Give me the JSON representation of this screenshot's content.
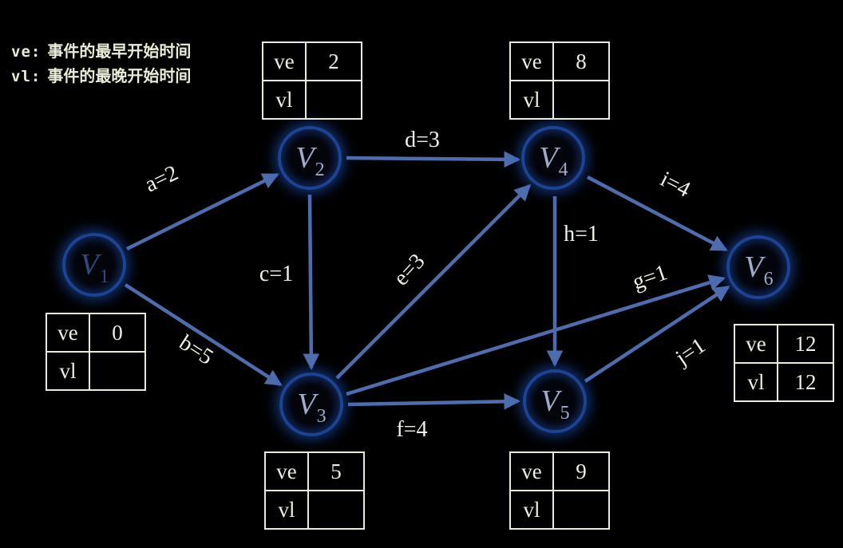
{
  "colors": {
    "background": "#000000",
    "edge": "#4f6dae",
    "edge_label": "#f2f1e9",
    "node_ring": "#1c4494",
    "node_label_dark": "#31497e",
    "node_label_light": "#9fabc8",
    "table_border": "#eceadb",
    "table_text": "#efeee2",
    "legend_text": "#e9ecd6"
  },
  "legend": {
    "items": [
      {
        "prefix": "ve:",
        "text": "事件的最早开始时间"
      },
      {
        "prefix": "vl:",
        "text": "事件的最晚开始时间"
      }
    ]
  },
  "labels": {
    "ve": "ve",
    "vl": "vl"
  },
  "nodes": {
    "v1": {
      "symbol": "V",
      "sub": "1"
    },
    "v2": {
      "symbol": "V",
      "sub": "2"
    },
    "v3": {
      "symbol": "V",
      "sub": "3"
    },
    "v4": {
      "symbol": "V",
      "sub": "4"
    },
    "v5": {
      "symbol": "V",
      "sub": "5"
    },
    "v6": {
      "symbol": "V",
      "sub": "6"
    }
  },
  "tables": {
    "v1": {
      "ve": "0",
      "vl": ""
    },
    "v2": {
      "ve": "2",
      "vl": ""
    },
    "v3": {
      "ve": "5",
      "vl": ""
    },
    "v4": {
      "ve": "8",
      "vl": ""
    },
    "v5": {
      "ve": "9",
      "vl": ""
    },
    "v6": {
      "ve": "12",
      "vl": "12"
    }
  },
  "edges": {
    "a": {
      "label": "a=2",
      "from": "v1",
      "to": "v2"
    },
    "b": {
      "label": "b=5",
      "from": "v1",
      "to": "v3"
    },
    "c": {
      "label": "c=1",
      "from": "v2",
      "to": "v3"
    },
    "d": {
      "label": "d=3",
      "from": "v2",
      "to": "v4"
    },
    "e": {
      "label": "e=3",
      "from": "v3",
      "to": "v4"
    },
    "f": {
      "label": "f=4",
      "from": "v3",
      "to": "v5"
    },
    "g": {
      "label": "g=1",
      "from": "v3",
      "to": "v6"
    },
    "h": {
      "label": "h=1",
      "from": "v4",
      "to": "v5"
    },
    "i": {
      "label": "i=4",
      "from": "v4",
      "to": "v6"
    },
    "j": {
      "label": "j=1",
      "from": "v5",
      "to": "v6"
    }
  }
}
